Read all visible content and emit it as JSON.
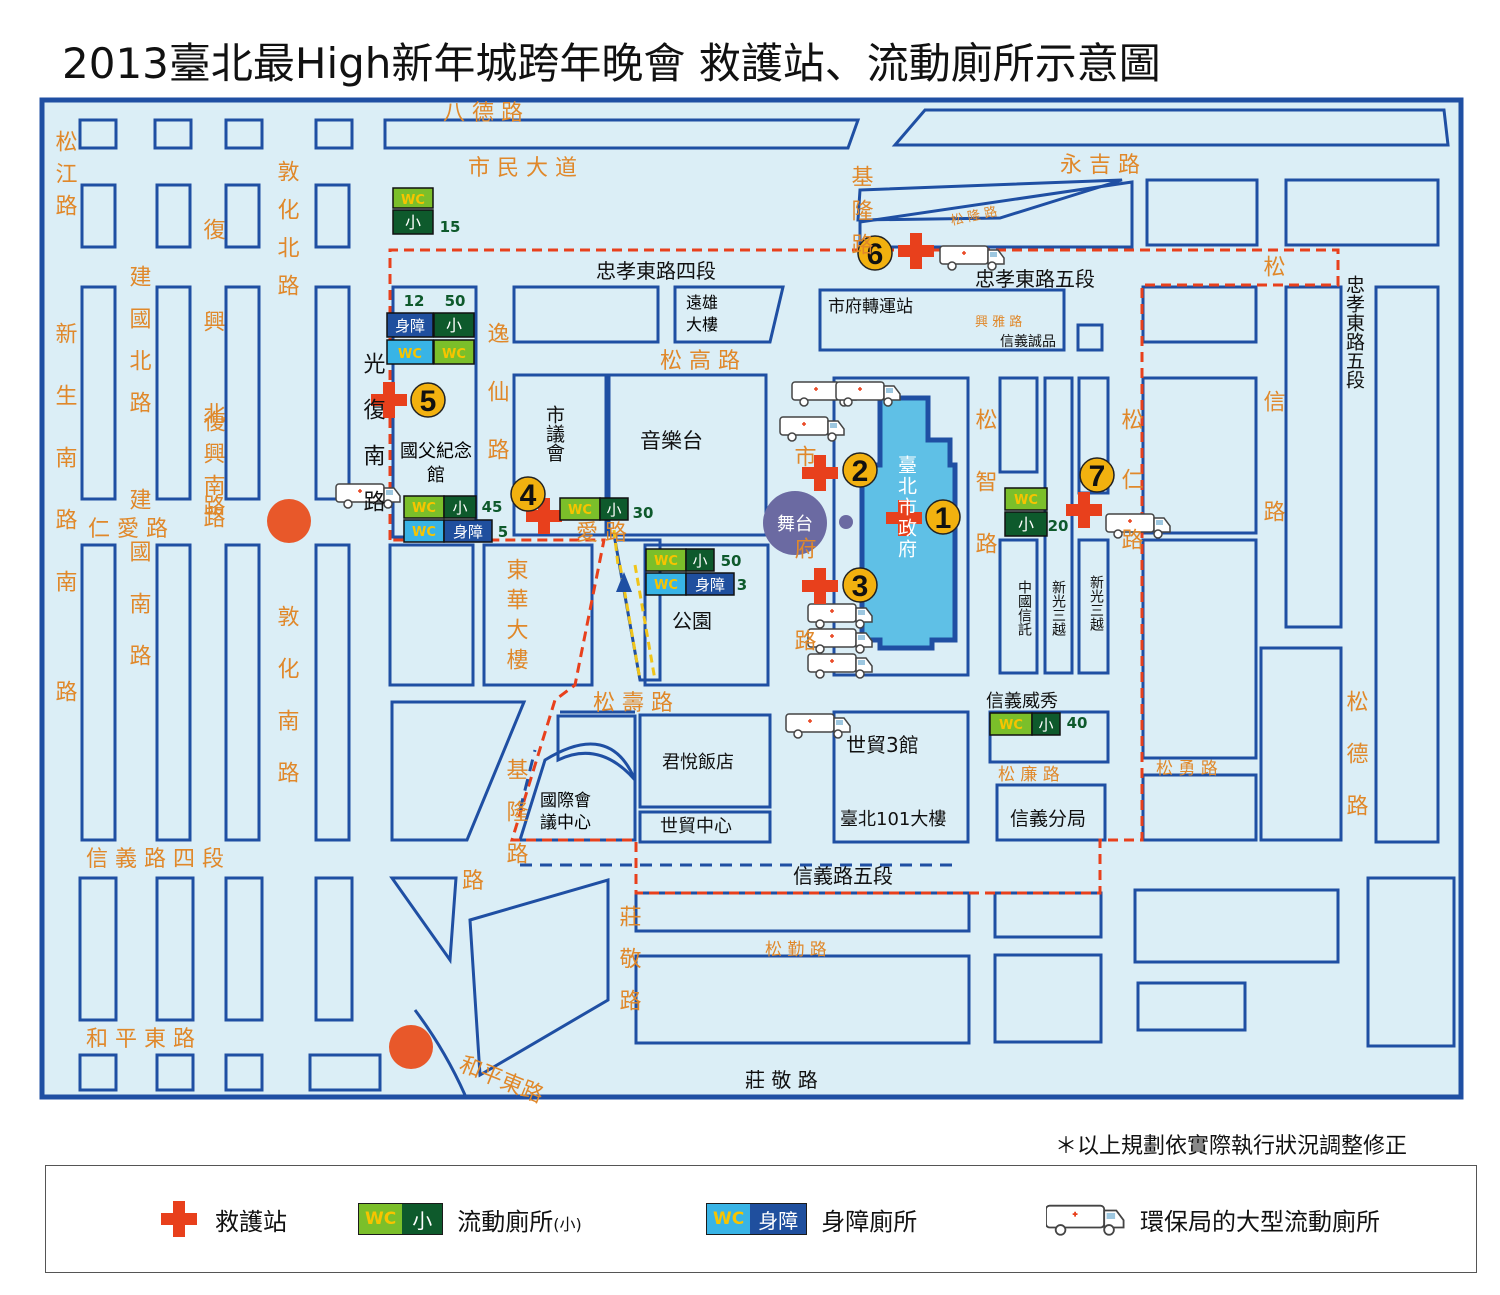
{
  "title": "2013臺北最High新年城跨年晚會 救護站、流動廁所示意圖",
  "note": "＊以上規劃依實際執行狀況調整修正",
  "colors": {
    "map_bg": "#dbeef6",
    "block_stroke": "#1f4fa3",
    "road_label": "#e0882a",
    "cross": "#e8401c",
    "marker": "#f2b10f",
    "circle": "#e8582a",
    "city_hall": "#5fc0e6",
    "stage": "#6b6aa2"
  },
  "roads": {
    "bade": "八 德 路",
    "shimin": "市 民 大 道",
    "yongji": "永 吉 路",
    "jilong_top": "基隆路",
    "songlong": "松 隆 路",
    "zhongxiao4": "忠孝東路四段",
    "zhongxiao5": "忠孝東路五段",
    "zhongxiao5_v": "忠孝東路五段",
    "songjiang": "松江路",
    "dunhua_n": "敦化北路",
    "fuxing_n": "復興北路",
    "jianguo_n": "建國北路",
    "xinsheng_s": "新生南路",
    "fuxing_s": "復興南路",
    "jianguo_s": "建國南路",
    "dunhua_s": "敦化南路",
    "guangfu": "光復南路",
    "yixian": "逸仙路",
    "renai": "仁 愛 路",
    "renai2": "愛 路",
    "songgao": "松 高 路",
    "shifu": "市府路",
    "songzhi": "松智路",
    "songren": "松仁路",
    "songshan_left": "松",
    "xinyi_v": "信路",
    "songshou": "松 壽 路",
    "jilong_diag": "基隆路",
    "xinyi4": "信 義 路 四 段",
    "xinyi5": "信義路五段",
    "songlian": "松 廉 路",
    "songyong": "松 勇 路",
    "songde": "松德路",
    "songqin": "松 勤 路",
    "zhuangjing_v": "莊敬路",
    "zhuangjing_h": "莊 敬 路",
    "heping": "和 平 東 路",
    "heping_diag": "和平東路",
    "xingya": "興 雅 路",
    "left_nan": "南",
    "left_lu": "路",
    "left_ren": "仁",
    "bottom_jilong": "路"
  },
  "places": {
    "parliament": "市議會",
    "music_stage": "音樂台",
    "yuanxiong": "遠雄大樓",
    "transit": "市府轉運站",
    "eslite": "信義誠品",
    "sun_yat_sen": "國父紀念館",
    "dongua": "東華大樓",
    "park": "公園",
    "stage": "舞台",
    "city_hall": "臺北市政府",
    "chinatrust": "中國信託",
    "shinkong1": "新光三越",
    "shinkong2": "新光三越",
    "xinyi_vieshow": "信義威秀",
    "wtc3": "世貿3館",
    "taipei101": "臺北101大樓",
    "xinyi_police": "信義分局",
    "grand_hyatt": "君悅飯店",
    "wtc": "世貿中心",
    "ticc": "國際會議中心"
  },
  "stations": [
    "1",
    "2",
    "3",
    "4",
    "5",
    "6",
    "7"
  ],
  "toilets": [
    {
      "id": "a",
      "wc": "WC",
      "sub": "小",
      "count": "15"
    },
    {
      "id": "b",
      "count_a": "12",
      "count_b": "50",
      "acc": "身障",
      "sub": "小",
      "wc1": "WC",
      "wc2": "WC"
    },
    {
      "id": "c",
      "wc": "WC",
      "sub": "小",
      "count": "45"
    },
    {
      "id": "d",
      "wc": "WC",
      "acc": "身障",
      "count": "5"
    },
    {
      "id": "e",
      "wc": "WC",
      "sub": "小",
      "count": "30"
    },
    {
      "id": "f",
      "wc": "WC",
      "sub": "小",
      "count": "50"
    },
    {
      "id": "g",
      "wc": "WC",
      "acc": "身障",
      "count": "3"
    },
    {
      "id": "h",
      "wc": "WC",
      "sub": "小",
      "count": "20"
    },
    {
      "id": "i",
      "wc": "WC",
      "sub": "小",
      "count": "40"
    }
  ],
  "legend": {
    "first_aid": "救護站",
    "wc_badge": "WC",
    "wc_small": "小",
    "portable": "流動廁所",
    "portable_small": "(小)",
    "acc_badge": "身障",
    "accessible": "身障廁所",
    "large_truck": "環保局的大型流動廁所"
  }
}
